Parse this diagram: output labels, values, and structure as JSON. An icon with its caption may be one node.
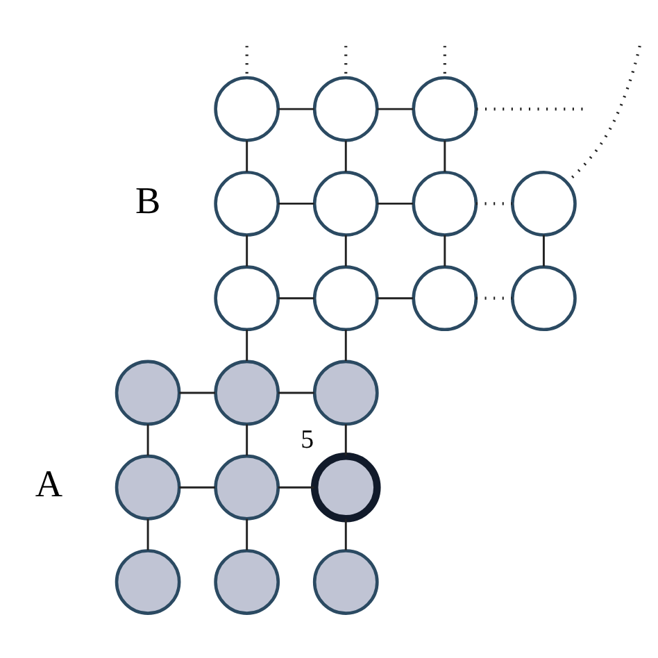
{
  "diagram": {
    "nodes": [
      {
        "text": [],
        "shape": "circle"
      },
      {
        "text": [],
        "shape": "circle"
      },
      {
        "text": [],
        "shape": "circle"
      },
      {
        "text": [],
        "shape": "circle"
      },
      {
        "text": [],
        "shape": "circle"
      },
      {
        "text": [],
        "shape": "circle"
      },
      {
        "text": [],
        "shape": "circle"
      },
      {
        "text": [],
        "shape": "circle"
      },
      {
        "text": [],
        "shape": "circle"
      },
      {
        "text": [],
        "shape": "circle"
      },
      {
        "text": [],
        "shape": "circle"
      },
      {
        "text": [],
        "shape": "circle"
      },
      {
        "text": [],
        "shape": "circle"
      },
      {
        "text": [],
        "shape": "circle"
      },
      {
        "text": [],
        "shape": "circle"
      },
      {
        "text": [],
        "shape": "circle"
      },
      {
        "text": [],
        "shape": "circle",
        "beside": [
          "5"
        ]
      },
      {
        "text": [],
        "shape": "circle"
      },
      {
        "text": [],
        "shape": "circle"
      },
      {
        "text": [],
        "shape": "circle"
      }
    ],
    "edges": [
      {
        "from": 0,
        "to": null,
        "arrow": "none",
        "style": "dashed"
      },
      {
        "from": 1,
        "to": null,
        "arrow": "none",
        "style": "dashed"
      },
      {
        "from": 2,
        "to": null,
        "arrow": "none",
        "style": "dashed"
      },
      {
        "from": 6,
        "to": null,
        "arrow": "none",
        "style": "dashed"
      },
      {
        "from": 0,
        "to": 1,
        "arrow": "none"
      },
      {
        "from": 1,
        "to": 2,
        "arrow": "none"
      },
      {
        "from": 2,
        "to": null,
        "arrow": "none",
        "style": "dashed"
      },
      {
        "from": 0,
        "to": 3,
        "arrow": "none"
      },
      {
        "from": 1,
        "to": 4,
        "arrow": "none"
      },
      {
        "from": 2,
        "to": 5,
        "arrow": "none"
      },
      {
        "from": 3,
        "to": 4,
        "arrow": "none"
      },
      {
        "from": 4,
        "to": 5,
        "arrow": "none"
      },
      {
        "from": 5,
        "to": 6,
        "arrow": "none",
        "style": "dashed"
      },
      {
        "from": 3,
        "to": 7,
        "arrow": "none"
      },
      {
        "from": 4,
        "to": 8,
        "arrow": "none"
      },
      {
        "from": 5,
        "to": 9,
        "arrow": "none"
      },
      {
        "from": 6,
        "to": 10,
        "arrow": "none"
      },
      {
        "from": 7,
        "to": 8,
        "arrow": "none"
      },
      {
        "from": 8,
        "to": 9,
        "arrow": "none"
      },
      {
        "from": 9,
        "to": 10,
        "arrow": "none",
        "style": "dashed"
      },
      {
        "from": 7,
        "to": 12,
        "arrow": "none"
      },
      {
        "from": 8,
        "to": 13,
        "arrow": "none"
      },
      {
        "from": 11,
        "to": 12,
        "arrow": "none"
      },
      {
        "from": 12,
        "to": 13,
        "arrow": "none"
      },
      {
        "from": 11,
        "to": 14,
        "arrow": "none"
      },
      {
        "from": 12,
        "to": 15,
        "arrow": "none"
      },
      {
        "from": 13,
        "to": 16,
        "arrow": "none"
      },
      {
        "from": 14,
        "to": 15,
        "arrow": "none"
      },
      {
        "from": 15,
        "to": 16,
        "arrow": "none"
      },
      {
        "from": 14,
        "to": 17,
        "arrow": "none"
      },
      {
        "from": 15,
        "to": 18,
        "arrow": "none"
      },
      {
        "from": 16,
        "to": 19,
        "arrow": "none"
      }
    ],
    "labels": [
      "B",
      "A"
    ]
  }
}
